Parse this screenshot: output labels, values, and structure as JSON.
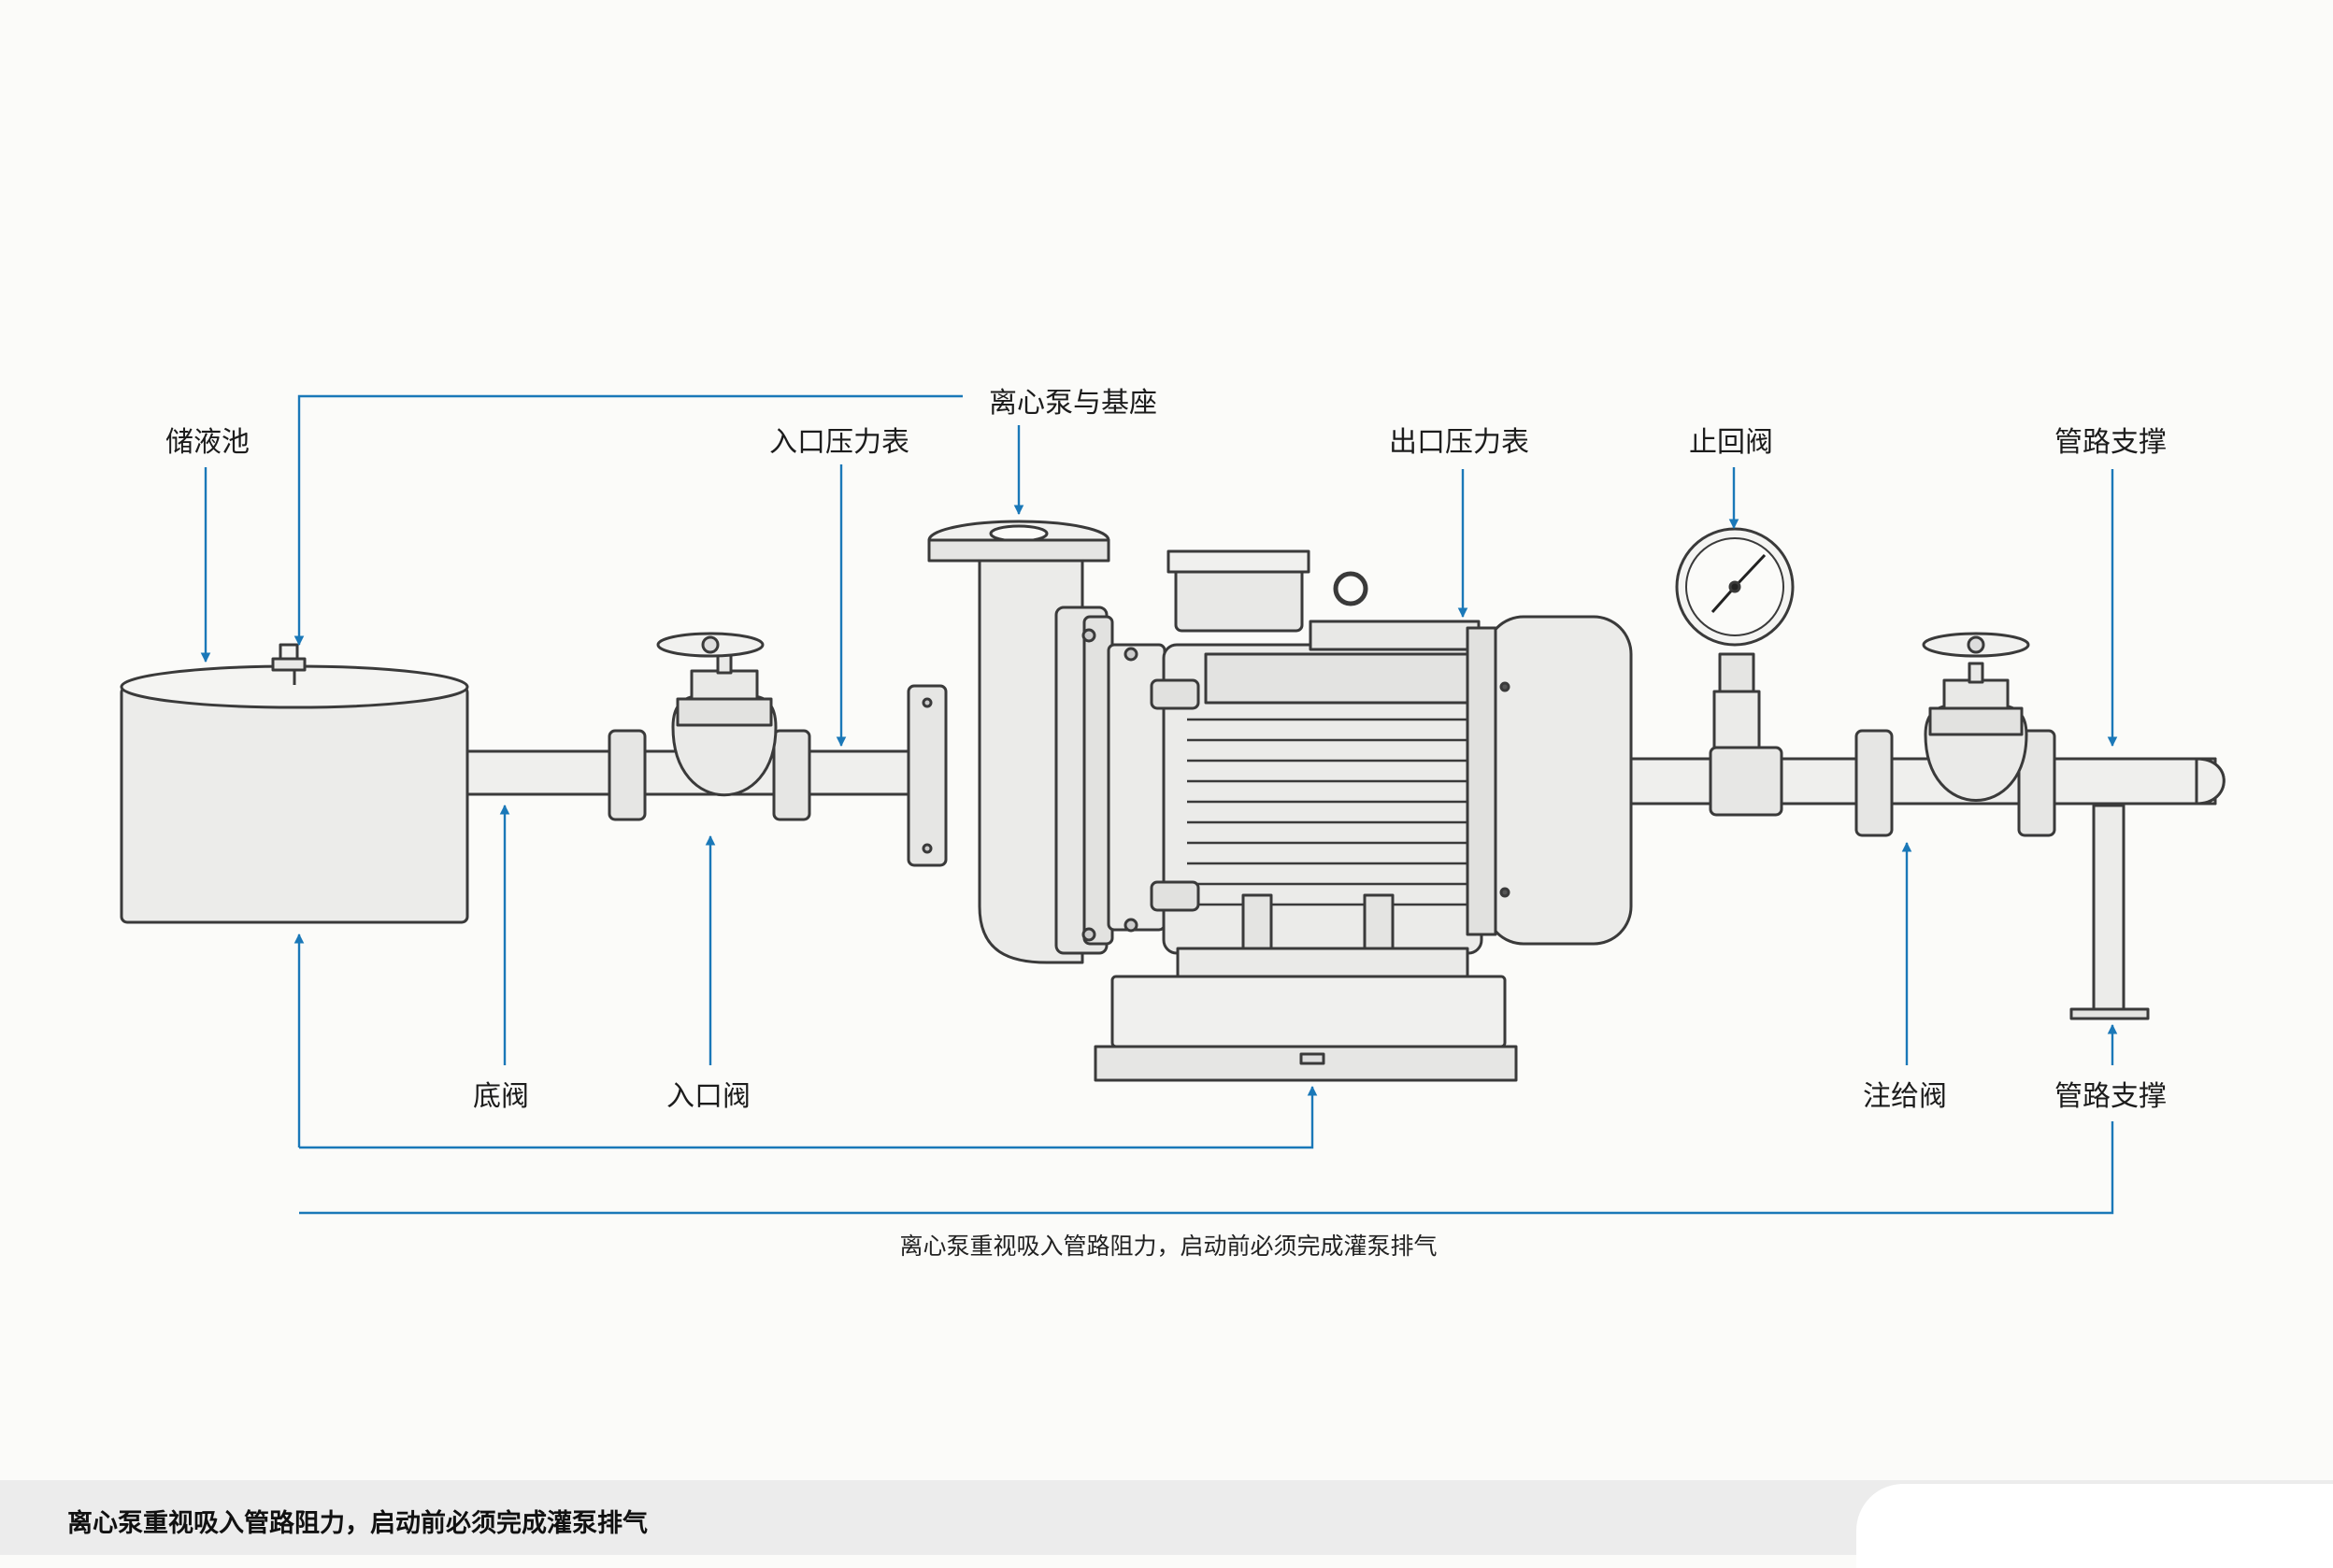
{
  "labels": {
    "reservoir": "储液池",
    "pump_base": "离心泵与基座",
    "inlet_gauge": "入口压力表",
    "outlet_gauge": "出口压力表",
    "check_valve": "止回阀",
    "pipe_support_top": "管路支撑",
    "foot_valve": "底阀",
    "inlet_valve": "入口阀",
    "priming_valve": "注给阀",
    "pipe_support_bottom": "管路支撑"
  },
  "caption": "离心泵重视吸入管路阻力，启动前必须完成灌泵排气",
  "footer_text": "离心泵重视吸入管路阻力，启动前必须完成灌泵排气",
  "colors": {
    "leader": "#1a78b8",
    "outline": "#3a3a3a",
    "fill": "#e9e9e7",
    "fill_light": "#f3f3f1",
    "background": "#fbfbf9"
  }
}
